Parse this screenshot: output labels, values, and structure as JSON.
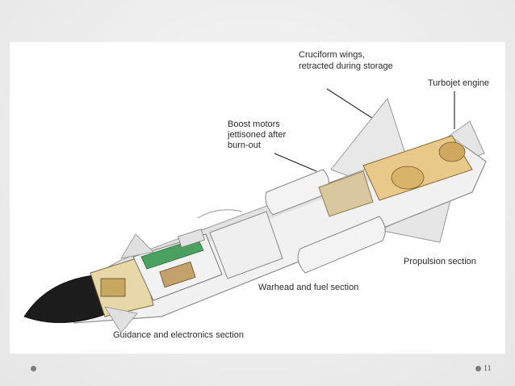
{
  "labels": {
    "wings_line1": "Cruciform wings,",
    "wings_line2": "retracted during storage",
    "turbojet": "Turbojet engine",
    "boost_line1": "Boost motors",
    "boost_line2": "jettisoned after",
    "boost_line3": "burn-out",
    "propulsion": "Propulsion section",
    "warhead": "Warhead and fuel section",
    "guidance": "Guidance and electronics section"
  },
  "page_number": "11",
  "colors": {
    "body": "#f2f2f2",
    "nose": "#1c1c1c",
    "engine_gold": "#e8c98a",
    "fuel_tan": "#d9c7a0",
    "circuit_green": "#4aa160"
  }
}
